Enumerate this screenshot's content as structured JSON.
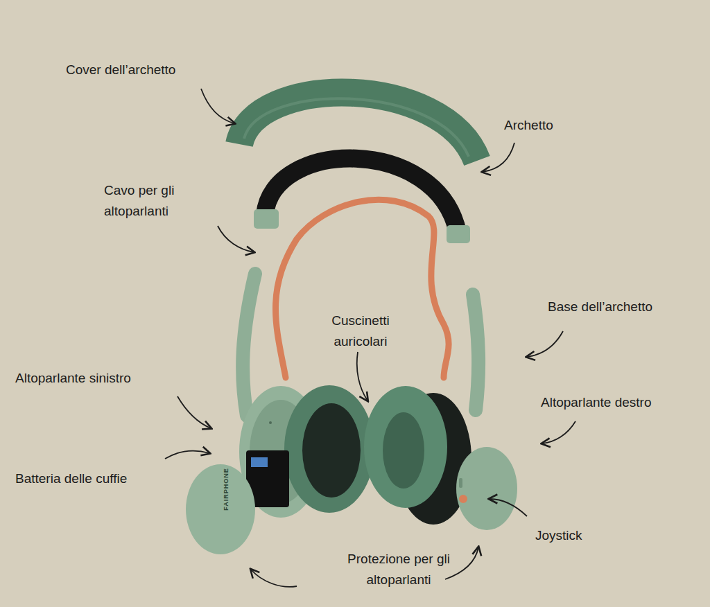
{
  "diagram": {
    "labels": [
      "Cover dell’archetto",
      "Archetto",
      "Cavo per gli altoparlanti",
      "Cuscinetti auricolari",
      "Base dell’archetto",
      "Altoparlante sinistro",
      "Altoparlante destro",
      "Batteria delle cuffie",
      "Joystick",
      "Protezione per gli altoparlanti",
      "FAIRPHONE"
    ]
  }
}
